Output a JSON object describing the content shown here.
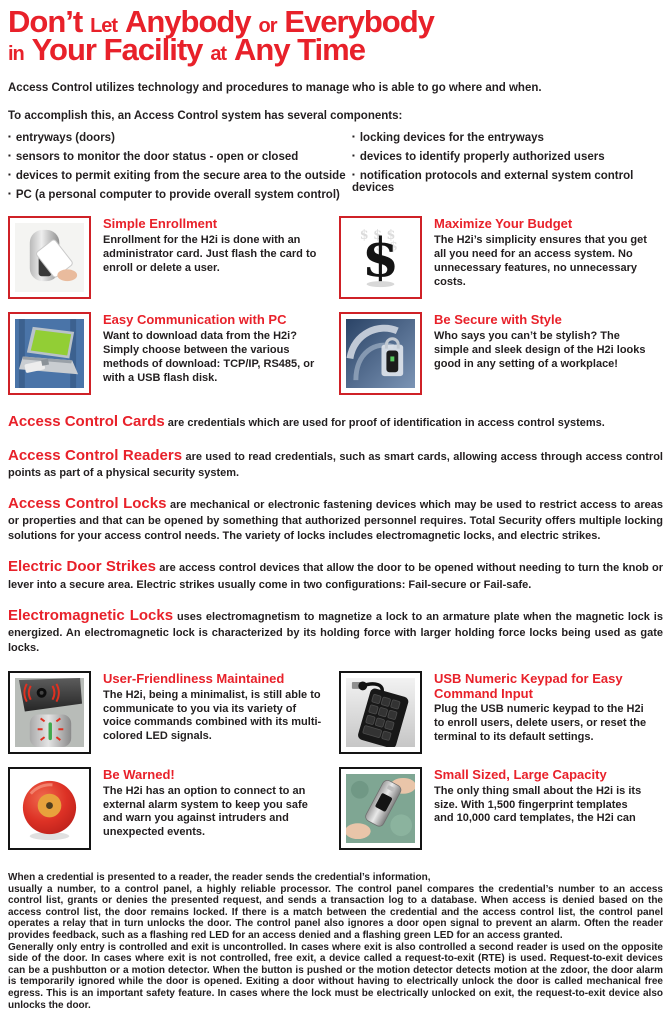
{
  "colors": {
    "accent_red": "#E8212A",
    "body_text": "#231F20"
  },
  "title": {
    "seg1": "Don’t",
    "seg2": "Let",
    "seg3": "Anybody",
    "seg4": "or",
    "seg5": "Everybody",
    "seg6": "in",
    "seg7": "Your Facility",
    "seg8": "at",
    "seg9": "Any Time"
  },
  "intro": "Access Control utilizes technology and procedures to manage who is able to go where and when.",
  "components_heading": "To accomplish this, an Access Control system has several components:",
  "components": {
    "left": [
      "entryways (doors)",
      "sensors to monitor the door status - open or closed",
      "devices to permit exiting from the secure area to the outside",
      "PC (a personal computer to provide overall system control)"
    ],
    "right": [
      "locking devices for the entryways",
      "devices to identify properly authorized users",
      "notification protocols and external system control devices"
    ]
  },
  "features_top": [
    {
      "heading": "Simple Enrollment",
      "text": "Enrollment for the H2i is done with an administrator card. Just flash the card to enroll or delete a user.",
      "image": "enrollment-device"
    },
    {
      "heading": "Maximize Your Budget",
      "text": "The H2i’s simplicity ensures that you get all you need for an access system. No unnecessary features, no unnecessary costs.",
      "image": "dollar-sign"
    },
    {
      "heading": "Easy Communication with PC",
      "text": "Want to download data from the H2i? Simply choose between the various methods of download: TCP/IP, RS485, or with a USB flash disk.",
      "image": "laptop-usb"
    },
    {
      "heading": "Be Secure with Style",
      "text": "Who says you can’t be stylish? The simple and sleek design of the H2i looks good in any setting of a workplace!",
      "image": "stylish-lock"
    }
  ],
  "definitions": [
    {
      "term": "Access Control Cards",
      "text": "are credentials which are used for proof of identification in access control systems."
    },
    {
      "term": "Access Control Readers",
      "text": "are used to read credentials, such as smart cards, allowing access through access control points as part of a physical security system."
    },
    {
      "term": "Access Control Locks",
      "text": "are mechanical or electronic fastening devices which may be used to restrict access to areas or properties and that can be opened by something that authorized personnel requires. Total Security offers multiple locking solutions for your access control needs. The variety of locks includes electromagnetic locks, and electric strikes."
    },
    {
      "term": "Electric Door Strikes",
      "text": "are access control devices that allow the door to be opened without needing to turn the knob or lever into a secure area. Electric strikes usually come in two configurations: Fail-secure or Fail-safe."
    },
    {
      "term": "Electromagnetic Locks",
      "text": "uses electromagnetism to magnetize a lock to an armature plate when the magnetic lock is energized. An electromagnetic lock is characterized by its holding force with larger holding force locks being used as gate locks."
    }
  ],
  "features_bottom": [
    {
      "heading": "User-Friendliness Maintained",
      "text": "The H2i, being a minimalist, is still able to communicate to you via its variety of voice commands combined with its multi-colored LED signals.",
      "image": "voice-led-device"
    },
    {
      "heading": "USB Numeric Keypad for Easy Command Input",
      "text": "Plug the USB numeric keypad to the H2i to enroll users, delete users, or reset the terminal to its default settings.",
      "image": "usb-keypad"
    },
    {
      "heading": "Be Warned!",
      "text": "The H2i has an option to connect to an external alarm system to keep you safe and warn you against intruders and unexpected events.",
      "image": "alarm-bell"
    },
    {
      "heading": "Small Sized, Large Capacity",
      "text": "The only thing small about the H2i is its size. With 1,500 fingerprint templates and 10,000 card templates, the H2i can",
      "image": "fingerprint-device"
    }
  ],
  "footer": {
    "para1_line1": "When a credential is presented to a reader, the reader sends the credential’s information,",
    "para1_rest": "usually a number, to a control panel, a highly reliable processor. The control panel compares the credential’s number to an access control list, grants or denies the presented request, and sends a transaction log to a database. When access is denied based on the access control list, the door remains locked. If there is a match between the credential and the access control list, the control panel operates a relay that in turn unlocks the door. The control panel also ignores a door open signal to prevent an alarm. Often the reader provides feedback, such as a flashing red LED for an access denied and a flashing green LED for an access granted.",
    "para2": "Generally only entry is controlled and exit is uncontrolled. In cases where exit is also controlled a second reader is used on the opposite side of the door. In cases where exit is not controlled, free exit, a device called a request-to-exit (RTE) is used. Request-to-exit devices can be a pushbutton or a motion detector. When the button is pushed or the motion detector detects motion at the zdoor, the door alarm is temporarily ignored while the door is opened. Exiting a door without having to electrically unlock the door is called mechanical free egress. This is an important safety feature. In cases where the lock must be electrically unlocked on exit, the request-to-exit device also unlocks the door."
  },
  "images": {
    "dollar_glyph": "$"
  }
}
